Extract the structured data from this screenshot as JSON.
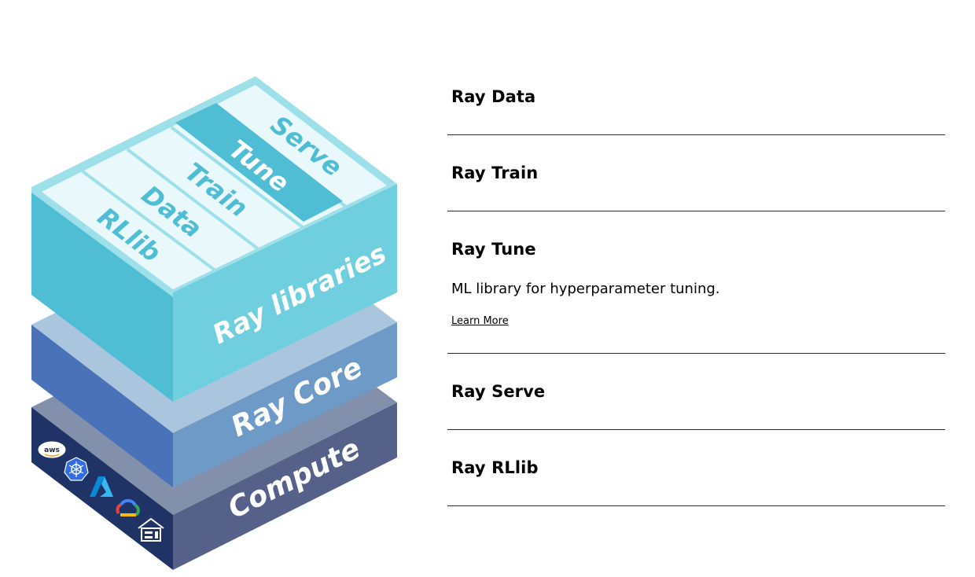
{
  "diagram": {
    "layers": {
      "libraries": "Ray libraries",
      "core": "Ray Core",
      "compute": "Compute"
    },
    "libraries": [
      "RLlib",
      "Data",
      "Train",
      "Tune",
      "Serve"
    ],
    "compute_icons": [
      "aws-icon",
      "kubernetes-icon",
      "azure-icon",
      "google-cloud-icon",
      "on-premise-server-icon"
    ],
    "aws_text": "aws",
    "colors": {
      "libraries_front": "#6fcfdf",
      "libraries_side": "#4fbdd4",
      "libraries_top": "#e8f8fb",
      "selected_strip": "#4fbdd4",
      "core_front": "#6e9ac7",
      "core_side": "#4a72b8",
      "core_top": "#a9c6de",
      "compute_front": "#566189",
      "compute_side": "#1f3366",
      "compute_top": "#8390ac"
    }
  },
  "accordion": {
    "items": [
      {
        "title": "Ray Data"
      },
      {
        "title": "Ray Train"
      },
      {
        "title": "Ray Tune",
        "description": "ML library for hyperparameter tuning.",
        "link": "Learn More"
      },
      {
        "title": "Ray Serve"
      },
      {
        "title": "Ray RLlib"
      }
    ]
  }
}
